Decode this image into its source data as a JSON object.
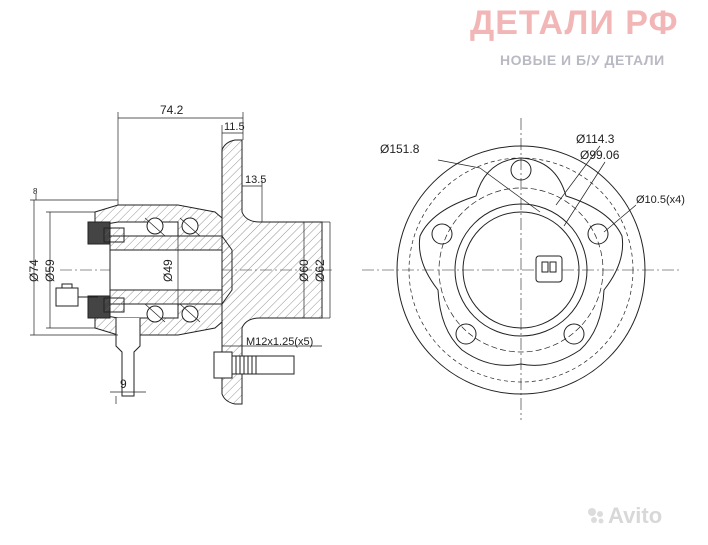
{
  "brand": {
    "title": "ДЕТАЛИ РФ",
    "subtitle": "НОВЫЕ И Б/У ДЕТАЛИ",
    "title_color": "#f2b6b6",
    "subtitle_color": "#b9b9c4"
  },
  "watermark": {
    "text": "Avito"
  },
  "side_view": {
    "dim_overall_length": "74.2",
    "dim_flange_thickness": "11.5",
    "dim_pilot": "13.5",
    "dim_d74": "Ø74",
    "dim_d59": "Ø59",
    "dim_d49": "Ø49",
    "dim_d60": "Ø60",
    "dim_d62": "Ø62",
    "dim_stud_thread": "M12x1.25(x5)",
    "dim_sensor_offset": "9",
    "dim_small": "8"
  },
  "front_view": {
    "dim_outer": "Ø151.8",
    "dim_pcd": "Ø114.3",
    "dim_bore": "Ø99.06",
    "dim_holes": "Ø10.5(x4)"
  },
  "colors": {
    "line": "#222222",
    "hatch": "#555555"
  }
}
